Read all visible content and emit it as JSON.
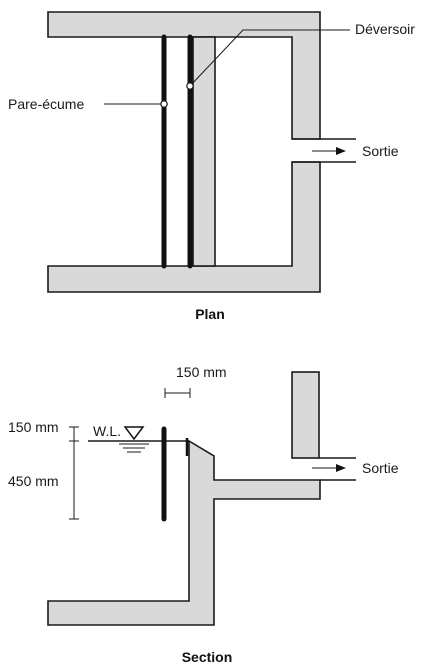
{
  "plan": {
    "title": "Plan",
    "labels": {
      "weir": "Déversoir",
      "scum_baffle": "Pare-écume",
      "outlet": "Sortie"
    }
  },
  "section": {
    "title": "Section",
    "labels": {
      "outlet": "Sortie",
      "water_level": "W.L.",
      "dim_top": "150 mm",
      "dim_left_upper": "150 mm",
      "dim_left_lower": "450 mm"
    }
  }
}
